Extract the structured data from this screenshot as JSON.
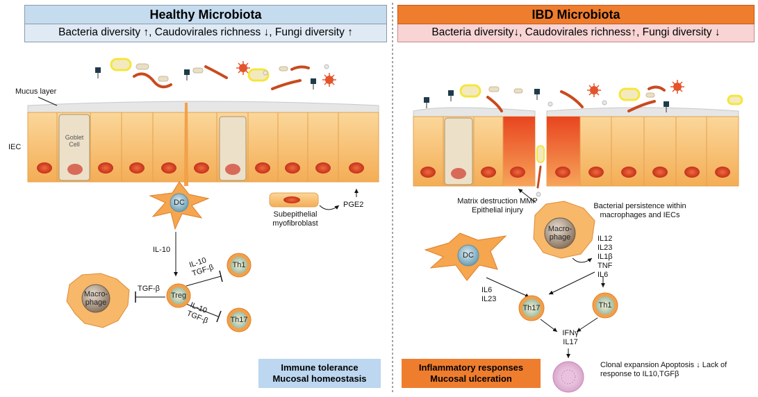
{
  "left": {
    "title": "Healthy Microbiota",
    "subtitle": "Bacteria diversity ↑, Caudovirales richness ↓, Fungi diversity ↑",
    "mucus_label": "Mucus layer",
    "iec_label": "IEC",
    "goblet_label": "Goblet Cell",
    "dc_label": "DC",
    "fibroblast_label": "Subepithelial myofibroblast",
    "pge2_label": "PGE2",
    "il10_label": "IL-10",
    "macrophage_label": "Macro- phage",
    "tgfb_label": "TGF-β",
    "treg_label": "Treg",
    "th1_cytokines": "IL-10 TGF-β",
    "th17_cytokines": "IL-10 TGF-β",
    "th1_label": "Th1",
    "th17_label": "Th17",
    "outcome_line1": "Immune tolerance",
    "outcome_line2": "Mucosal homeostasis"
  },
  "right": {
    "title": "IBD Microbiota",
    "subtitle": "Bacteria diversity↓, Caudovirales richness↑, Fungi diversity ↓",
    "matrix_label": "Matrix destruction MMP Epithelial injury",
    "persistence_label": "Bacterial persistence within macrophages and IECs",
    "macrophage_label": "Macro- phage",
    "mac_cytokines": "IL12 IL23 IL1β TNF IL6",
    "dc_label": "DC",
    "dc_cytokines": "IL6 IL23",
    "th17_label": "Th17",
    "th1_label": "Th1",
    "effector_cytokines": "IFNγ IL17",
    "clonal_label": "Clonal expansion Apoptosis ↓ Lack of response to IL10,TGFβ",
    "outcome_line1": "Inflammatory responses",
    "outcome_line2": "Mucosal ulceration"
  },
  "colors": {
    "healthy_header": "#c5dcef",
    "healthy_subheader": "#dfeaf5",
    "ibd_header": "#ef7d2e",
    "ibd_subheader": "#f8d4d4",
    "healthy_outcome": "#bcd7ef",
    "ibd_outcome": "#ef7d2e",
    "epithelium": "#f9c77c",
    "nucleus": "#d9442a"
  }
}
